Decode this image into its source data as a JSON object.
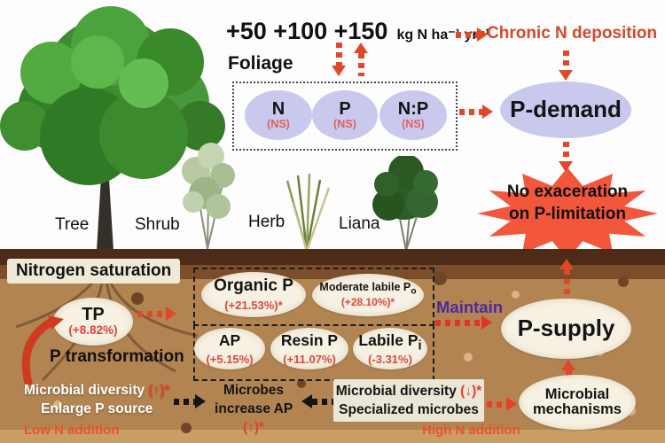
{
  "colors": {
    "arrow_red": "#e0482a",
    "chronic_text": "#d2492b",
    "foliage_ellipse": "#c9c9ee",
    "starburst_red": "#f2573c",
    "soil_main": "#b28452",
    "soil_crust": "#4e2a19",
    "value_red": "#e0453c",
    "maintain_purple": "#4b2b9b",
    "n_addition_orange": "#e8532c"
  },
  "top": {
    "doses": "+50 +100 +150",
    "unit": "kg N ha⁻¹ yr⁻¹",
    "chronic_label": "Chronic N deposition"
  },
  "foliage": {
    "label": "Foliage",
    "items": [
      {
        "name": "N",
        "sig": "(NS)"
      },
      {
        "name": "P",
        "sig": "(NS)"
      },
      {
        "name": "N:P",
        "sig": "(NS)"
      }
    ]
  },
  "demand": {
    "label": "P-demand"
  },
  "starburst": {
    "line1": "No exaceration",
    "line2": "on P-limitation"
  },
  "vegetation": {
    "tree": "Tree",
    "shrub": "Shrub",
    "herb": "Herb",
    "liana": "Liana"
  },
  "soil": {
    "nitrogen_saturation": "Nitrogen saturation",
    "tp": {
      "name": "TP",
      "value": "(+8.82%)"
    },
    "p_transformation": "P transformation",
    "fractions_top": [
      {
        "name": "Organic P",
        "sub": "",
        "value": "(+21.53%)*"
      },
      {
        "name": "Moderate labile P",
        "sub": "o",
        "value": "(+28.10%)*"
      }
    ],
    "fractions_bottom": [
      {
        "name": "AP",
        "sub": "",
        "value": "(+5.15%)"
      },
      {
        "name": "Resin P",
        "sub": "",
        "value": "(+11.07%)"
      },
      {
        "name": "Labile P",
        "sub": "i",
        "value": "(-3.31%)"
      }
    ],
    "maintain": "Maintain",
    "p_supply": "P-supply"
  },
  "microbes": {
    "left": {
      "line1": "Microbial diversity",
      "mark1": "(↑)*",
      "line2": "Enlarge P source"
    },
    "middle": {
      "line1": "Microbes",
      "line2": "increase AP",
      "mark": "(↑)*"
    },
    "right": {
      "line1": "Microbial diversity",
      "mark1": "(↓)*",
      "line2": "Specialized microbes"
    },
    "mechanisms": {
      "line1": "Microbial",
      "line2": "mechanisms"
    }
  },
  "footer": {
    "low_n": "Low N addition",
    "high_n": "High N addition"
  }
}
